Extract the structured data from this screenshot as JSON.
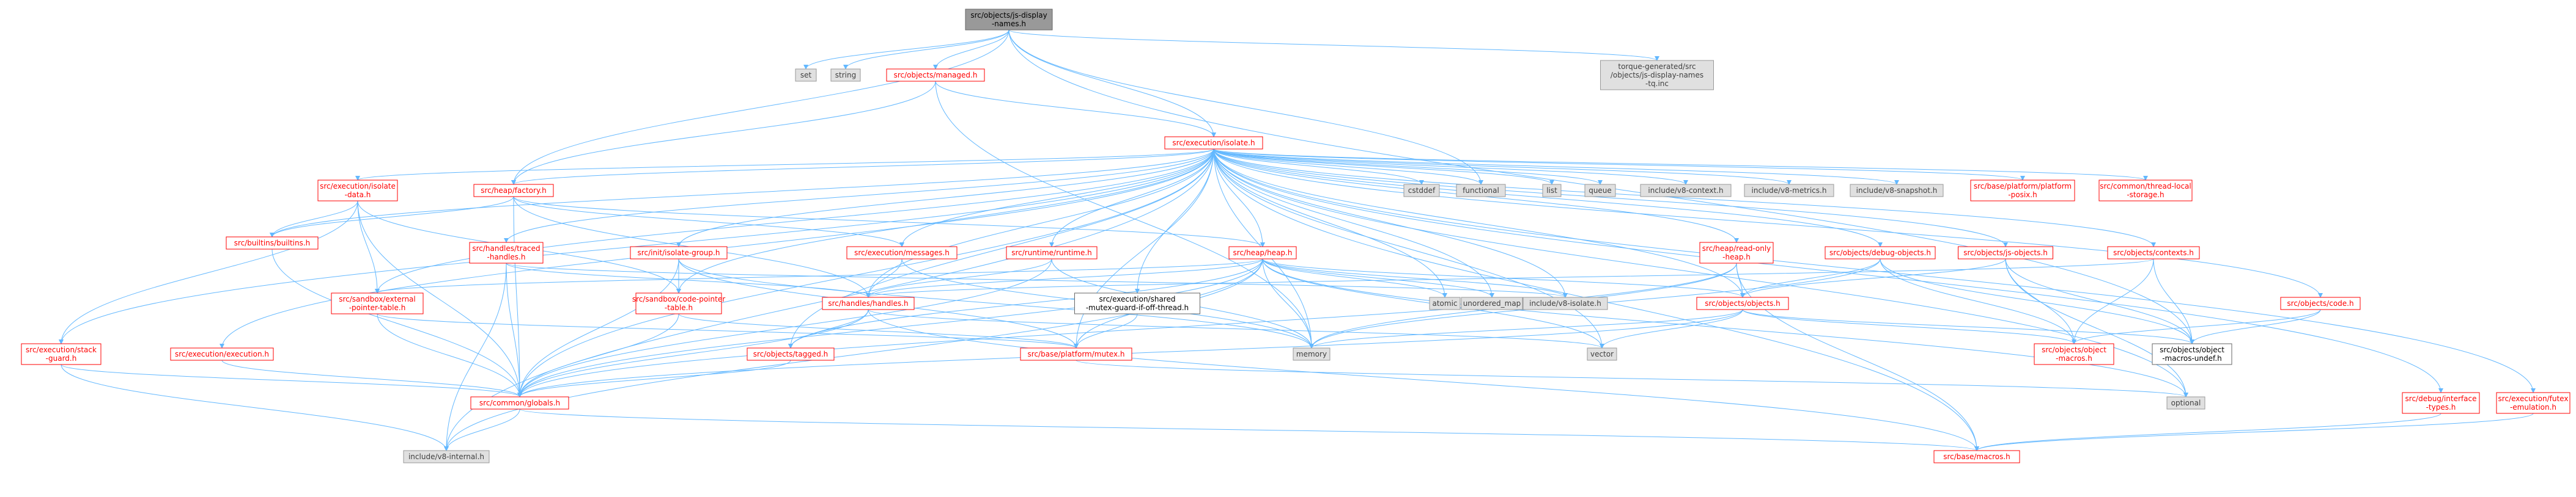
{
  "diagram": {
    "colors": {
      "edge": "#63b8ff",
      "root_fill": "#999999",
      "root_stroke": "#666666",
      "red_stroke": "#ff0000",
      "red_text": "#ff0000",
      "gray_fill": "#e0e0e0",
      "gray_stroke": "#999999",
      "gray_text": "#404040",
      "plain_stroke": "#666666",
      "plain_text": "#000000"
    },
    "nodes": [
      {
        "id": "root",
        "lines": [
          "src/objects/js-display",
          "-names.h"
        ],
        "style": "root"
      },
      {
        "id": "set",
        "lines": [
          "set"
        ],
        "style": "gray"
      },
      {
        "id": "string",
        "lines": [
          "string"
        ],
        "style": "gray"
      },
      {
        "id": "managed",
        "lines": [
          "src/objects/managed.h"
        ],
        "style": "red"
      },
      {
        "id": "torque",
        "lines": [
          "torque-generated/src",
          "/objects/js-display-names",
          "-tq.inc"
        ],
        "style": "gray"
      },
      {
        "id": "isolate",
        "lines": [
          "src/execution/isolate.h"
        ],
        "style": "red"
      },
      {
        "id": "isolate_data",
        "lines": [
          "src/execution/isolate",
          "-data.h"
        ],
        "style": "red"
      },
      {
        "id": "factory",
        "lines": [
          "src/heap/factory.h"
        ],
        "style": "red"
      },
      {
        "id": "cstddef",
        "lines": [
          "cstddef"
        ],
        "style": "gray"
      },
      {
        "id": "functional",
        "lines": [
          "functional"
        ],
        "style": "gray"
      },
      {
        "id": "list",
        "lines": [
          "list"
        ],
        "style": "gray"
      },
      {
        "id": "queue",
        "lines": [
          "queue"
        ],
        "style": "gray"
      },
      {
        "id": "v8_context",
        "lines": [
          "include/v8-context.h"
        ],
        "style": "gray"
      },
      {
        "id": "v8_metrics",
        "lines": [
          "include/v8-metrics.h"
        ],
        "style": "gray"
      },
      {
        "id": "v8_snapshot",
        "lines": [
          "include/v8-snapshot.h"
        ],
        "style": "gray"
      },
      {
        "id": "platform_posix",
        "lines": [
          "src/base/platform/platform",
          "-posix.h"
        ],
        "style": "red"
      },
      {
        "id": "thread_local",
        "lines": [
          "src/common/thread-local",
          "-storage.h"
        ],
        "style": "red"
      },
      {
        "id": "builtins",
        "lines": [
          "src/builtins/builtins.h"
        ],
        "style": "red"
      },
      {
        "id": "traced_handles",
        "lines": [
          "src/handles/traced",
          "-handles.h"
        ],
        "style": "red"
      },
      {
        "id": "isolate_group",
        "lines": [
          "src/init/isolate-group.h"
        ],
        "style": "red"
      },
      {
        "id": "messages",
        "lines": [
          "src/execution/messages.h"
        ],
        "style": "red"
      },
      {
        "id": "runtime",
        "lines": [
          "src/runtime/runtime.h"
        ],
        "style": "red"
      },
      {
        "id": "heap",
        "lines": [
          "src/heap/heap.h"
        ],
        "style": "red"
      },
      {
        "id": "read_only_heap",
        "lines": [
          "src/heap/read-only",
          "-heap.h"
        ],
        "style": "red"
      },
      {
        "id": "debug_objects",
        "lines": [
          "src/objects/debug-objects.h"
        ],
        "style": "red"
      },
      {
        "id": "js_objects",
        "lines": [
          "src/objects/js-objects.h"
        ],
        "style": "red"
      },
      {
        "id": "contexts",
        "lines": [
          "src/objects/contexts.h"
        ],
        "style": "red"
      },
      {
        "id": "ext_ptr_table",
        "lines": [
          "src/sandbox/external",
          "-pointer-table.h"
        ],
        "style": "red"
      },
      {
        "id": "code_ptr_table",
        "lines": [
          "src/sandbox/code-pointer",
          "-table.h"
        ],
        "style": "red"
      },
      {
        "id": "handles",
        "lines": [
          "src/handles/handles.h"
        ],
        "style": "red"
      },
      {
        "id": "shared_mutex",
        "lines": [
          "src/execution/shared",
          "-mutex-guard-if-off-thread.h"
        ],
        "style": "plain"
      },
      {
        "id": "atomic",
        "lines": [
          "atomic"
        ],
        "style": "gray"
      },
      {
        "id": "unordered_map",
        "lines": [
          "unordered_map"
        ],
        "style": "gray"
      },
      {
        "id": "v8_isolate",
        "lines": [
          "include/v8-isolate.h"
        ],
        "style": "gray"
      },
      {
        "id": "objects",
        "lines": [
          "src/objects/objects.h"
        ],
        "style": "red"
      },
      {
        "id": "code",
        "lines": [
          "src/objects/code.h"
        ],
        "style": "red"
      },
      {
        "id": "stack_guard",
        "lines": [
          "src/execution/stack",
          "-guard.h"
        ],
        "style": "red"
      },
      {
        "id": "execution",
        "lines": [
          "src/execution/execution.h"
        ],
        "style": "red"
      },
      {
        "id": "tagged",
        "lines": [
          "src/objects/tagged.h"
        ],
        "style": "red"
      },
      {
        "id": "mutex",
        "lines": [
          "src/base/platform/mutex.h"
        ],
        "style": "red"
      },
      {
        "id": "memory",
        "lines": [
          "memory"
        ],
        "style": "gray"
      },
      {
        "id": "vector",
        "lines": [
          "vector"
        ],
        "style": "gray"
      },
      {
        "id": "obj_macros",
        "lines": [
          "src/objects/object",
          "-macros.h"
        ],
        "style": "red"
      },
      {
        "id": "obj_macros_undef",
        "lines": [
          "src/objects/object",
          "-macros-undef.h"
        ],
        "style": "plain"
      },
      {
        "id": "globals",
        "lines": [
          "src/common/globals.h"
        ],
        "style": "red"
      },
      {
        "id": "optional",
        "lines": [
          "optional"
        ],
        "style": "gray"
      },
      {
        "id": "v8_internal",
        "lines": [
          "include/v8-internal.h"
        ],
        "style": "gray"
      },
      {
        "id": "base_macros",
        "lines": [
          "src/base/macros.h"
        ],
        "style": "red"
      },
      {
        "id": "debug_interface",
        "lines": [
          "src/debug/interface",
          "-types.h"
        ],
        "style": "red"
      },
      {
        "id": "futex",
        "lines": [
          "src/execution/futex",
          "-emulation.h"
        ],
        "style": "red"
      }
    ],
    "edges": [
      [
        "root",
        "set"
      ],
      [
        "root",
        "string"
      ],
      [
        "root",
        "managed"
      ],
      [
        "root",
        "torque"
      ],
      [
        "root",
        "isolate"
      ],
      [
        "root",
        "factory"
      ],
      [
        "root",
        "obj_macros_undef"
      ],
      [
        "root",
        "functional"
      ],
      [
        "managed",
        "isolate"
      ],
      [
        "managed",
        "factory"
      ],
      [
        "managed",
        "memory"
      ],
      [
        "isolate",
        "isolate_data"
      ],
      [
        "isolate",
        "factory"
      ],
      [
        "isolate",
        "cstddef"
      ],
      [
        "isolate",
        "functional"
      ],
      [
        "isolate",
        "list"
      ],
      [
        "isolate",
        "queue"
      ],
      [
        "isolate",
        "v8_context"
      ],
      [
        "isolate",
        "v8_metrics"
      ],
      [
        "isolate",
        "v8_snapshot"
      ],
      [
        "isolate",
        "platform_posix"
      ],
      [
        "isolate",
        "thread_local"
      ],
      [
        "isolate",
        "builtins"
      ],
      [
        "isolate",
        "traced_handles"
      ],
      [
        "isolate",
        "isolate_group"
      ],
      [
        "isolate",
        "messages"
      ],
      [
        "isolate",
        "runtime"
      ],
      [
        "isolate",
        "heap"
      ],
      [
        "isolate",
        "read_only_heap"
      ],
      [
        "isolate",
        "debug_objects"
      ],
      [
        "isolate",
        "js_objects"
      ],
      [
        "isolate",
        "contexts"
      ],
      [
        "isolate",
        "ext_ptr_table"
      ],
      [
        "isolate",
        "code_ptr_table"
      ],
      [
        "isolate",
        "handles"
      ],
      [
        "isolate",
        "shared_mutex"
      ],
      [
        "isolate",
        "atomic"
      ],
      [
        "isolate",
        "unordered_map"
      ],
      [
        "isolate",
        "v8_isolate"
      ],
      [
        "isolate",
        "objects"
      ],
      [
        "isolate",
        "code"
      ],
      [
        "isolate",
        "stack_guard"
      ],
      [
        "isolate",
        "execution"
      ],
      [
        "isolate",
        "tagged"
      ],
      [
        "isolate",
        "memory"
      ],
      [
        "isolate",
        "vector"
      ],
      [
        "isolate",
        "globals"
      ],
      [
        "isolate",
        "optional"
      ],
      [
        "isolate",
        "v8_internal"
      ],
      [
        "isolate",
        "base_macros"
      ],
      [
        "isolate",
        "debug_interface"
      ],
      [
        "isolate",
        "futex"
      ],
      [
        "isolate",
        "mutex"
      ],
      [
        "isolate_data",
        "builtins"
      ],
      [
        "isolate_data",
        "ext_ptr_table"
      ],
      [
        "isolate_data",
        "code_ptr_table"
      ],
      [
        "isolate_data",
        "stack_guard"
      ],
      [
        "isolate_data",
        "globals"
      ],
      [
        "factory",
        "builtins"
      ],
      [
        "factory",
        "handles"
      ],
      [
        "factory",
        "heap"
      ],
      [
        "factory",
        "messages"
      ],
      [
        "factory",
        "globals"
      ],
      [
        "builtins",
        "globals"
      ],
      [
        "traced_handles",
        "handles"
      ],
      [
        "traced_handles",
        "globals"
      ],
      [
        "traced_handles",
        "v8_internal"
      ],
      [
        "traced_handles",
        "v8_isolate"
      ],
      [
        "isolate_group",
        "code_ptr_table"
      ],
      [
        "isolate_group",
        "mutex"
      ],
      [
        "isolate_group",
        "memory"
      ],
      [
        "isolate_group",
        "globals"
      ],
      [
        "messages",
        "handles"
      ],
      [
        "messages",
        "memory"
      ],
      [
        "runtime",
        "handles"
      ],
      [
        "runtime",
        "memory"
      ],
      [
        "runtime",
        "globals"
      ],
      [
        "heap",
        "handles"
      ],
      [
        "heap",
        "atomic"
      ],
      [
        "heap",
        "unordered_map"
      ],
      [
        "heap",
        "v8_isolate"
      ],
      [
        "heap",
        "objects"
      ],
      [
        "heap",
        "mutex"
      ],
      [
        "heap",
        "memory"
      ],
      [
        "heap",
        "vector"
      ],
      [
        "heap",
        "globals"
      ],
      [
        "heap",
        "optional"
      ],
      [
        "heap",
        "v8_internal"
      ],
      [
        "heap",
        "ext_ptr_table"
      ],
      [
        "heap",
        "tagged"
      ],
      [
        "read_only_heap",
        "objects"
      ],
      [
        "read_only_heap",
        "memory"
      ],
      [
        "read_only_heap",
        "base_macros"
      ],
      [
        "read_only_heap",
        "globals"
      ],
      [
        "debug_objects",
        "objects"
      ],
      [
        "debug_objects",
        "memory"
      ],
      [
        "debug_objects",
        "obj_macros"
      ],
      [
        "debug_objects",
        "obj_macros_undef"
      ],
      [
        "js_objects",
        "objects"
      ],
      [
        "js_objects",
        "obj_macros"
      ],
      [
        "js_objects",
        "obj_macros_undef"
      ],
      [
        "js_objects",
        "optional"
      ],
      [
        "contexts",
        "handles"
      ],
      [
        "contexts",
        "obj_macros"
      ],
      [
        "contexts",
        "obj_macros_undef"
      ],
      [
        "ext_ptr_table",
        "globals"
      ],
      [
        "ext_ptr_table",
        "mutex"
      ],
      [
        "code_ptr_table",
        "globals"
      ],
      [
        "code_ptr_table",
        "mutex"
      ],
      [
        "handles",
        "tagged"
      ],
      [
        "handles",
        "globals"
      ],
      [
        "handles",
        "vector"
      ],
      [
        "handles",
        "base_macros"
      ],
      [
        "shared_mutex",
        "mutex"
      ],
      [
        "objects",
        "obj_macros"
      ],
      [
        "objects",
        "obj_macros_undef"
      ],
      [
        "objects",
        "memory"
      ],
      [
        "objects",
        "globals"
      ],
      [
        "objects",
        "vector"
      ],
      [
        "code",
        "obj_macros"
      ],
      [
        "code",
        "obj_macros_undef"
      ],
      [
        "stack_guard",
        "globals"
      ],
      [
        "stack_guard",
        "v8_internal"
      ],
      [
        "execution",
        "globals"
      ],
      [
        "tagged",
        "globals"
      ],
      [
        "mutex",
        "optional"
      ],
      [
        "globals",
        "v8_internal"
      ],
      [
        "globals",
        "base_macros"
      ],
      [
        "debug_interface",
        "base_macros"
      ],
      [
        "futex",
        "base_macros"
      ]
    ]
  }
}
